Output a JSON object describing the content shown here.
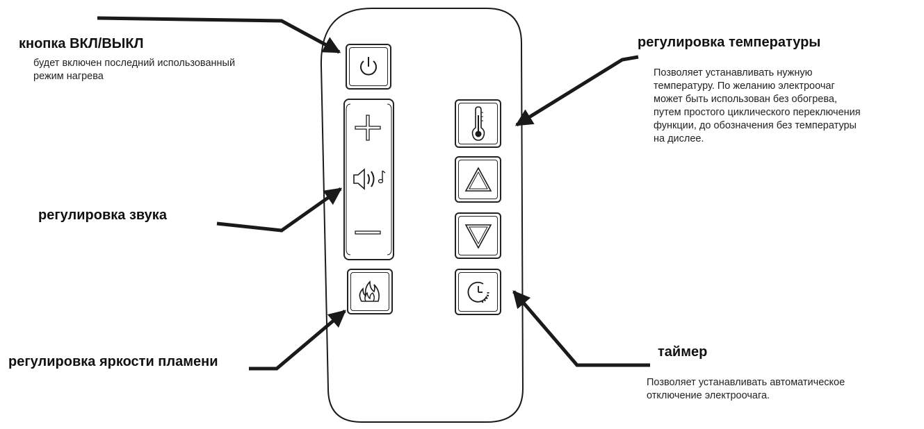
{
  "labels": {
    "power": {
      "title": "кнопка ВКЛ/ВЫКЛ",
      "desc": "будет включен последний использованный режим нагрева"
    },
    "temperature": {
      "title": "регулировка температуры",
      "desc": "Позволяет устанавливать нужную температуру. По желанию электроочаг может быть использован без обогрева, путем простого циклического переключения функции, до обозначения без температуры на дислее."
    },
    "sound": {
      "title": "регулировка звука"
    },
    "flame": {
      "title": "регулировка яркости пламени"
    },
    "timer": {
      "title": "таймер",
      "desc": "Позволяет устанавливать автоматическое отключение электроочага."
    }
  },
  "remote": {
    "buttons": [
      {
        "name": "power-button",
        "icon": "power-icon"
      },
      {
        "name": "volume-up-button",
        "icon": "plus-icon"
      },
      {
        "name": "sound-icon",
        "icon": "speaker-music-icon"
      },
      {
        "name": "volume-down-button",
        "icon": "minus-icon"
      },
      {
        "name": "flame-button",
        "icon": "flame-icon"
      },
      {
        "name": "temperature-button",
        "icon": "thermometer-icon"
      },
      {
        "name": "up-button",
        "icon": "triangle-up-icon"
      },
      {
        "name": "down-button",
        "icon": "triangle-down-icon"
      },
      {
        "name": "timer-button",
        "icon": "timer-icon"
      }
    ],
    "line_color": "#1a1a1a"
  }
}
